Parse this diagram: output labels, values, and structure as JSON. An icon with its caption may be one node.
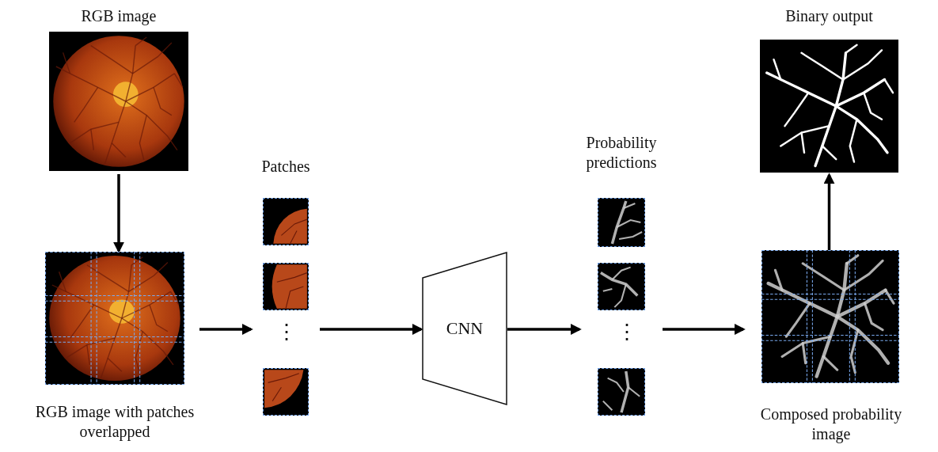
{
  "diagram": {
    "nodes": [
      {
        "text": [
          "RGB image"
        ]
      },
      {
        "text": [
          "RGB image with patches overlapped"
        ]
      },
      {
        "text": [
          "Patches"
        ]
      },
      {
        "text": [],
        "shape": "picture",
        "in": 2
      },
      {
        "text": [],
        "shape": "picture",
        "in": 2
      },
      {
        "text": [],
        "shape": "picture",
        "in": 2
      },
      {
        "text": [
          "CNN"
        ]
      },
      {
        "text": [
          "Probability predictions"
        ]
      },
      {
        "text": [],
        "shape": "picture",
        "in": 7
      },
      {
        "text": [],
        "shape": "picture",
        "in": 7
      },
      {
        "text": [],
        "shape": "picture",
        "in": 7
      },
      {
        "text": [
          "Composed probability image"
        ]
      },
      {
        "text": [
          "Binary output"
        ]
      }
    ],
    "edges": [
      {
        "from": 0,
        "to": 1,
        "arrow": "to"
      },
      {
        "from": 1,
        "to": 2,
        "arrow": "to"
      },
      {
        "from": 2,
        "to": 6,
        "arrow": "to"
      },
      {
        "from": 6,
        "to": 7,
        "arrow": "to"
      },
      {
        "from": 7,
        "to": 11,
        "arrow": "to"
      },
      {
        "from": 11,
        "to": 12,
        "arrow": "to"
      }
    ],
    "labels": [
      "⋮",
      "⋮"
    ]
  }
}
